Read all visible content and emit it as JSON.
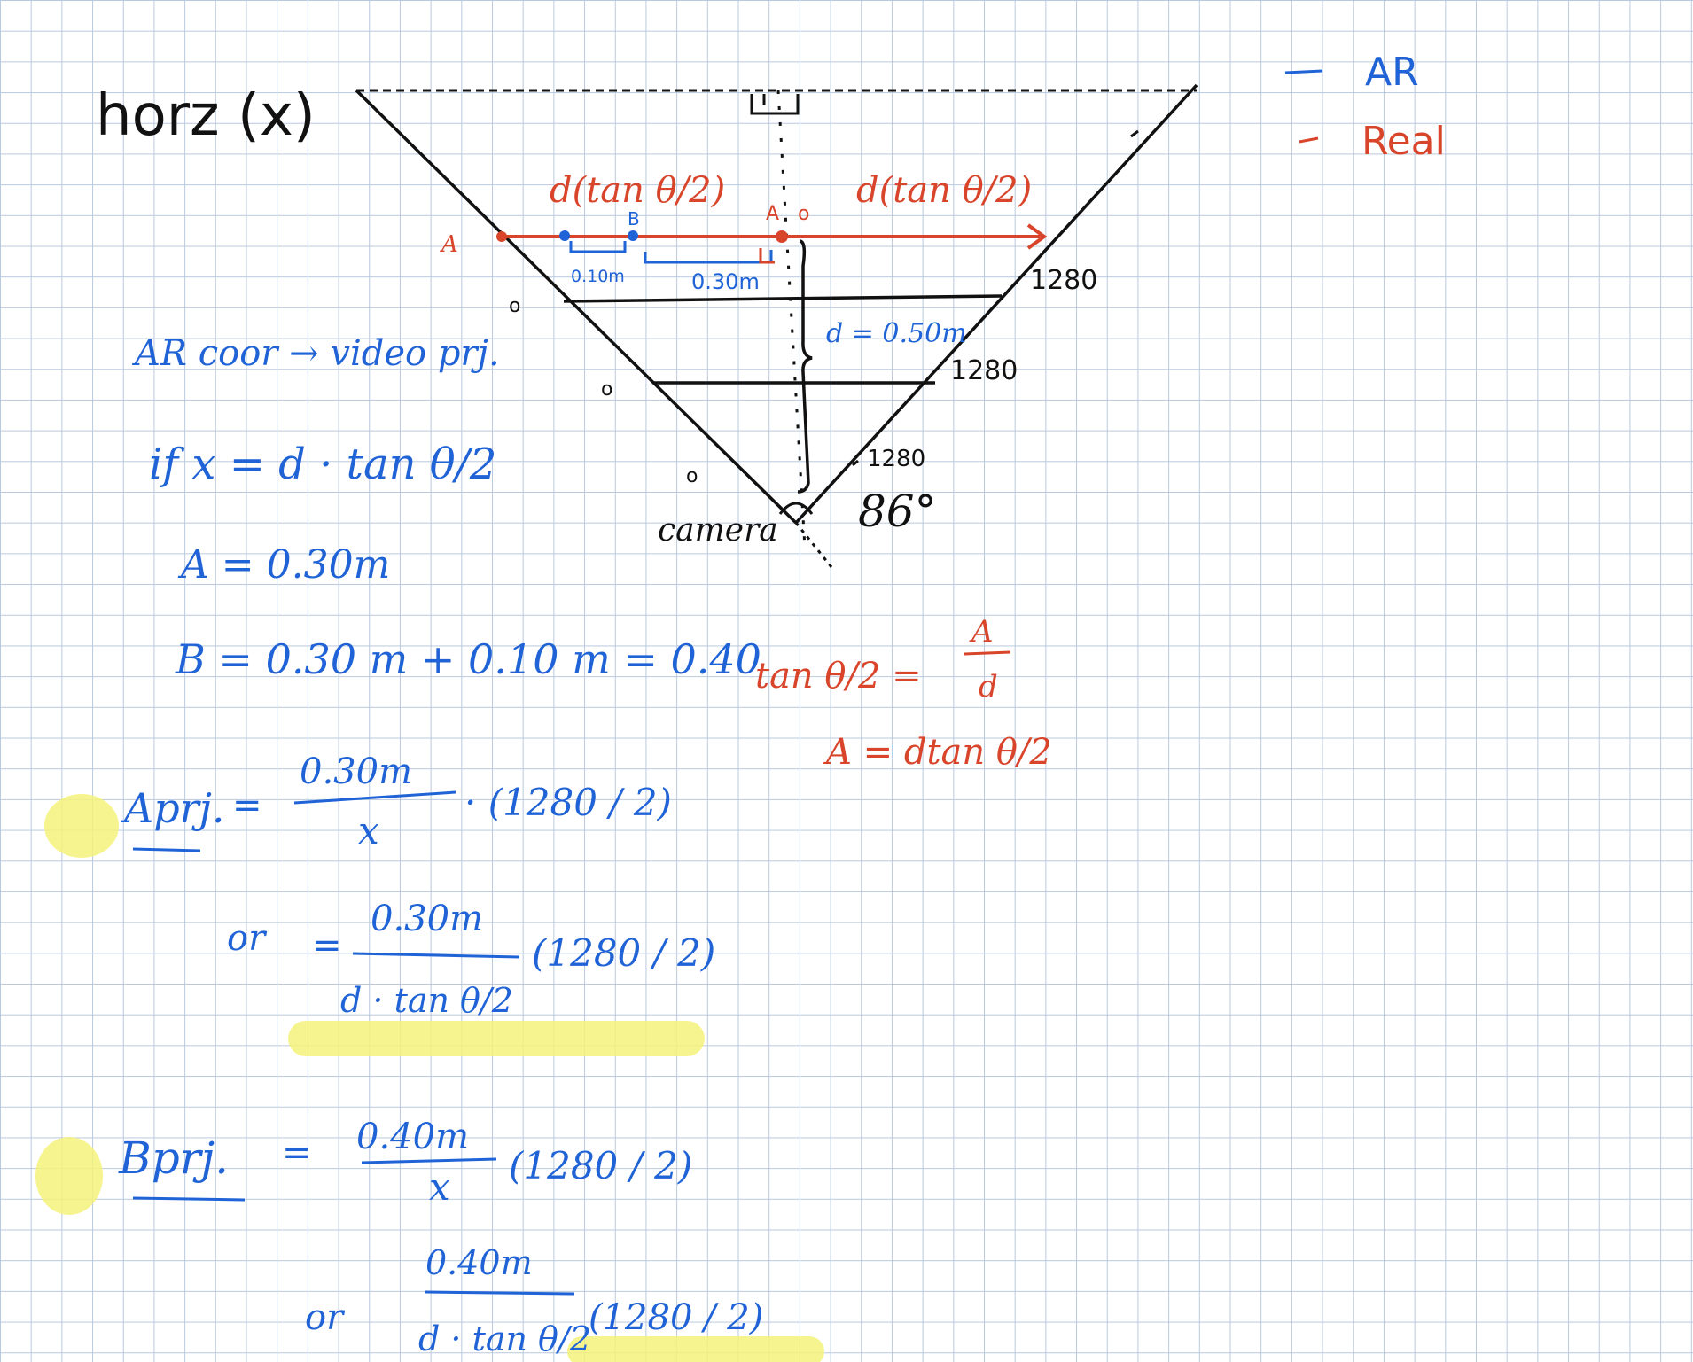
{
  "colors": {
    "ink_black": "#111111",
    "ink_blue": "#1f63d6",
    "ink_red": "#d8452b",
    "highlight_yellow": "#f4f27a",
    "grid": "#b9c9dd"
  },
  "legend": {
    "ar_label": "AR",
    "real_label": "Real"
  },
  "title": "horz (x)",
  "diagram": {
    "label_a_left": "A",
    "label_b": "B",
    "label_a_center": "A",
    "label_o_center": "o",
    "red_span_left": "d(tan θ/2)",
    "red_span_right": "d(tan θ/2)",
    "dist_small": "0.10m",
    "dist_large": "0.30m",
    "depth_label": "d = 0.50m",
    "res_1": "1280",
    "res_2": "1280",
    "res_3": "1280",
    "zero_1": "o",
    "zero_2": "o",
    "zero_3": "o",
    "camera_label": "camera",
    "fov_angle": "86°"
  },
  "red_formulas": {
    "tan_lhs": "tan θ/2 =",
    "tan_rhs_num": "A",
    "tan_rhs_den": "d",
    "a_eq": "A  =  dtan θ/2"
  },
  "notes": {
    "ar_line": "AR   coor  → video prj.",
    "if_line": "if   x = d · tan θ/2",
    "a_value": "A = 0.30m",
    "b_value": "B = 0.30 m + 0.10 m = 0.40",
    "apr_label": "Aprj.",
    "apr_eq": "=",
    "apr_num": "0.30m",
    "apr_den": "x",
    "apr_mult": "· (1280 / 2)",
    "apr_or": "or",
    "apr_or_eq": "=",
    "apr_or_num": "0.30m",
    "apr_or_den": "d · tan θ/2",
    "apr_or_mult": "(1280 / 2)",
    "bpr_label": "Bprj.",
    "bpr_eq": "=",
    "bpr_num": "0.40m",
    "bpr_den": "x",
    "bpr_mult": "(1280 / 2)",
    "bpr_or": "or",
    "bpr_or_num": "0.40m",
    "bpr_or_den": "d · tan θ/2",
    "bpr_or_mult": "(1280 / 2)"
  }
}
